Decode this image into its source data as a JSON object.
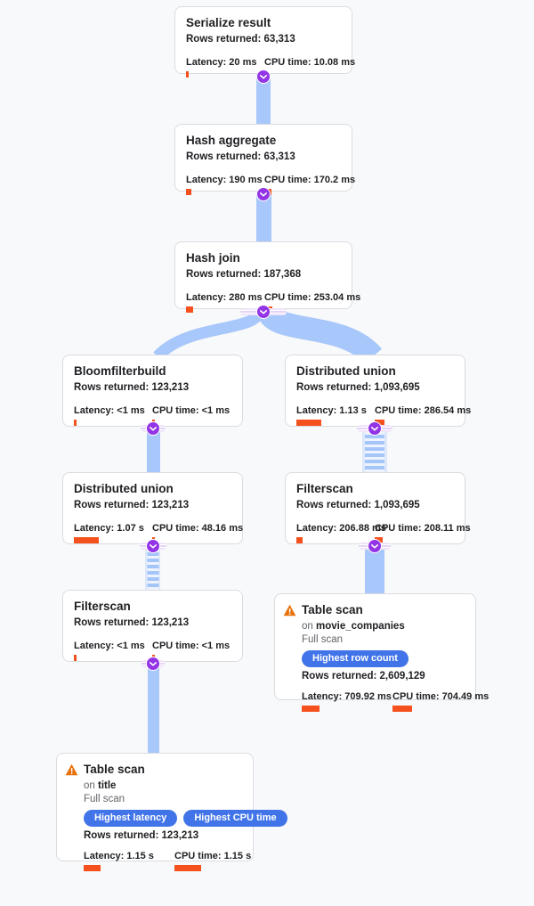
{
  "app": {
    "description": "Query execution plan graph"
  },
  "colors": {
    "background": "#f8f9fa",
    "card_border": "#dadce0",
    "edge_blue": "#a8c7fa",
    "connector_purple": "#9334e6",
    "metric_bar_orange": "#f4511e",
    "badge_blue": "#4174e8",
    "warning_orange": "#e8710a",
    "muted_text": "#5f6368"
  },
  "icons": {
    "connector": "chevron-down-icon",
    "warning": "warning-triangle-icon"
  },
  "nodes": {
    "serialize_result": {
      "title": "Serialize result",
      "rows": "Rows returned: 63,313",
      "latency": "Latency: 20 ms",
      "cpu": "CPU time: 10.08 ms",
      "latency_bar": "3px",
      "cpu_bar": "3px"
    },
    "hash_aggregate": {
      "title": "Hash aggregate",
      "rows": "Rows returned: 63,313",
      "latency": "Latency: 190 ms",
      "cpu": "CPU time: 170.2 ms",
      "latency_bar": "6px",
      "cpu_bar": "8px"
    },
    "hash_join": {
      "title": "Hash join",
      "rows": "Rows returned: 187,368",
      "latency": "Latency: 280 ms",
      "cpu": "CPU time: 253.04 ms",
      "latency_bar": "8px",
      "cpu_bar": "9px"
    },
    "bloomfilterbuild": {
      "title": "Bloomfilterbuild",
      "rows": "Rows returned: 123,213",
      "latency": "Latency: <1 ms",
      "cpu": "CPU time: <1 ms",
      "latency_bar": "3px",
      "cpu_bar": "3px"
    },
    "distributed_union_right": {
      "title": "Distributed union",
      "rows": "Rows returned: 1,093,695",
      "latency": "Latency: 1.13 s",
      "cpu": "CPU time: 286.54 ms",
      "latency_bar": "28px",
      "cpu_bar": "11px"
    },
    "distributed_union_left": {
      "title": "Distributed union",
      "rows": "Rows returned: 123,213",
      "latency": "Latency: 1.07 s",
      "cpu": "CPU time: 48.16 ms",
      "latency_bar": "28px",
      "cpu_bar": "3px"
    },
    "filterscan_right": {
      "title": "Filterscan",
      "rows": "Rows returned: 1,093,695",
      "latency": "Latency: 206.88 ms",
      "cpu": "CPU time: 208.11 ms",
      "latency_bar": "7px",
      "cpu_bar": "9px"
    },
    "filterscan_left": {
      "title": "Filterscan",
      "rows": "Rows returned: 123,213",
      "latency": "Latency: <1 ms",
      "cpu": "CPU time: <1 ms",
      "latency_bar": "3px",
      "cpu_bar": "3px"
    },
    "table_scan_right": {
      "title": "Table scan",
      "on_prefix": "on",
      "table_name": "movie_companies",
      "scan_type": "Full scan",
      "badges": [
        "Highest row count"
      ],
      "rows": "Rows returned: 2,609,129",
      "latency": "Latency: 709.92 ms",
      "cpu": "CPU time: 704.49 ms",
      "latency_bar": "20px",
      "cpu_bar": "22px"
    },
    "table_scan_left": {
      "title": "Table scan",
      "on_prefix": "on",
      "table_name": "title",
      "scan_type": "Full scan",
      "badges": [
        "Highest latency",
        "Highest CPU time"
      ],
      "rows": "Rows returned: 123,213",
      "latency": "Latency: 1.15 s",
      "cpu": "CPU time: 1.15 s",
      "latency_bar": "19px",
      "cpu_bar": "30px"
    }
  }
}
